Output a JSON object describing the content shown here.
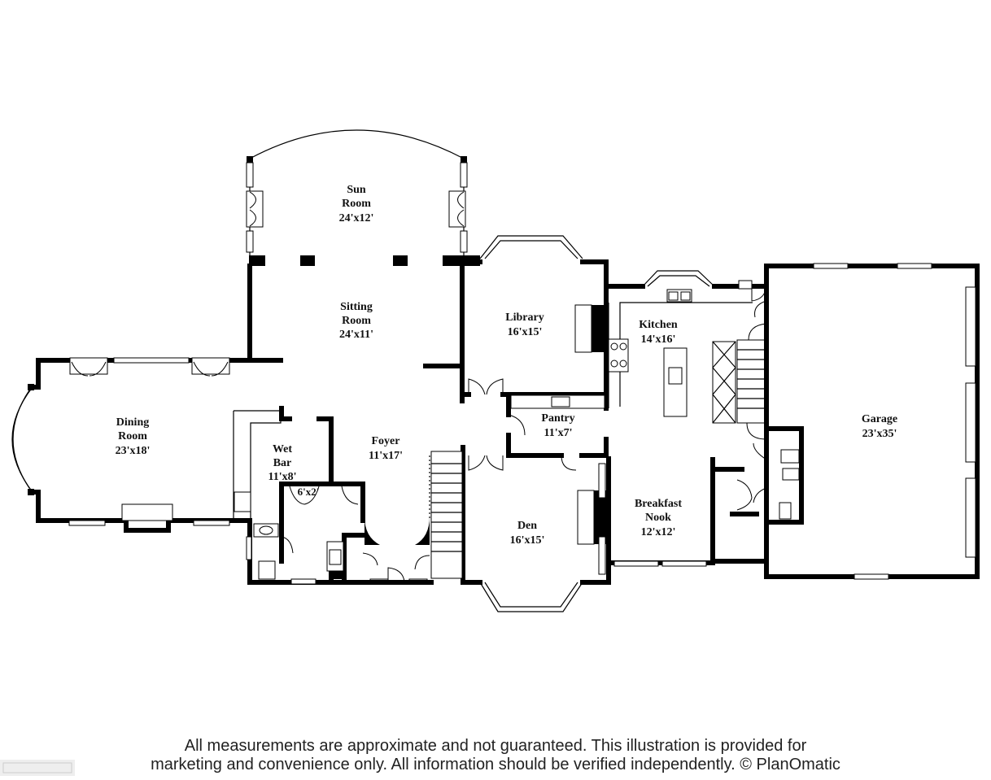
{
  "rooms": {
    "sun_room": {
      "name_line1": "Sun",
      "name_line2": "Room",
      "size": "24'x12'"
    },
    "sitting_room": {
      "name_line1": "Sitting",
      "name_line2": "Room",
      "size": "24'x11'"
    },
    "library": {
      "name": "Library",
      "size": "16'x15'"
    },
    "kitchen": {
      "name": "Kitchen",
      "size": "14'x16'"
    },
    "garage": {
      "name": "Garage",
      "size": "23'x35'"
    },
    "dining_room": {
      "name_line1": "Dining",
      "name_line2": "Room",
      "size": "23'x18'"
    },
    "wet_bar": {
      "name_line1": "Wet",
      "name_line2": "Bar",
      "size": "11'x8'"
    },
    "closet": {
      "size": "6'x2'"
    },
    "foyer": {
      "name": "Foyer",
      "size": "11'x17'"
    },
    "pantry": {
      "name": "Pantry",
      "size": "11'x7'"
    },
    "den": {
      "name": "Den",
      "size": "16'x15'"
    },
    "breakfast_nook": {
      "name_line1": "Breakfast",
      "name_line2": "Nook",
      "size": "12'x12'"
    }
  },
  "disclaimer": {
    "line1": "All measurements are approximate and not guaranteed. This illustration is provided for",
    "line2": "marketing and convenience only. All information should be verified independently. © PlanOmatic"
  }
}
